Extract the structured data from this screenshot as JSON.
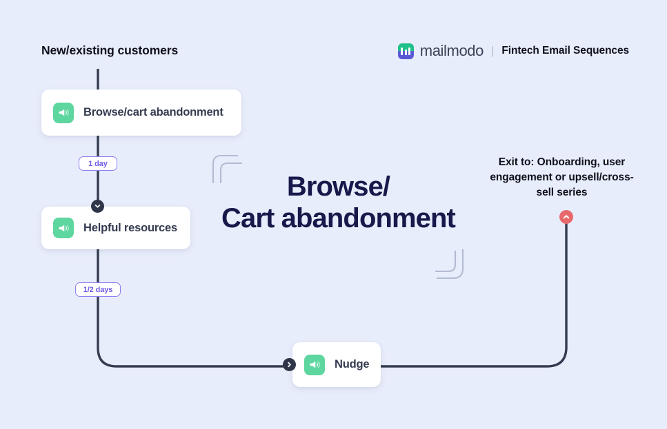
{
  "page": {
    "background_color": "#e8edfb",
    "title_heading": "Browse/\nCart abandonment",
    "title_line1": "Browse/",
    "title_line2": "Cart abandonment"
  },
  "header": {
    "left_label": "New/existing customers",
    "brand_name": "mailmodo",
    "brand_separator": "|",
    "brand_subtitle": "Fintech Email Sequences",
    "logo_icon": "mailmodo-logo-icon"
  },
  "exit": {
    "label": "Exit to: Onboarding, user engagement or upsell/cross-sell series",
    "marker_icon": "chevron-up-icon",
    "marker_color": "#e8696c"
  },
  "flow": {
    "nodes": [
      {
        "id": "browse-cart-abandonment",
        "label": "Browse/cart abandonment",
        "icon": "megaphone-icon",
        "icon_color": "#5ed6a0"
      },
      {
        "id": "helpful-resources",
        "label": "Helpful resources",
        "icon": "megaphone-icon",
        "icon_color": "#5ed6a0"
      },
      {
        "id": "nudge",
        "label": "Nudge",
        "icon": "megaphone-icon",
        "icon_color": "#5ed6a0"
      }
    ],
    "delays": [
      {
        "id": "delay-1",
        "label": "1 day"
      },
      {
        "id": "delay-2",
        "label": "1/2 days"
      }
    ],
    "markers": [
      {
        "id": "marker-down",
        "icon": "chevron-down-icon",
        "color": "#2f3649"
      },
      {
        "id": "marker-right",
        "icon": "chevron-right-icon",
        "color": "#2f3649"
      },
      {
        "id": "marker-up",
        "icon": "chevron-up-icon",
        "color": "#e8696c"
      }
    ],
    "connector_color": "#343c50"
  },
  "decorations": [
    {
      "id": "deco-top-left",
      "icon": "corner-bracket-icon",
      "color": "#b3bbd2"
    },
    {
      "id": "deco-bottom-right",
      "icon": "corner-bracket-icon",
      "color": "#b3bbd2"
    }
  ]
}
